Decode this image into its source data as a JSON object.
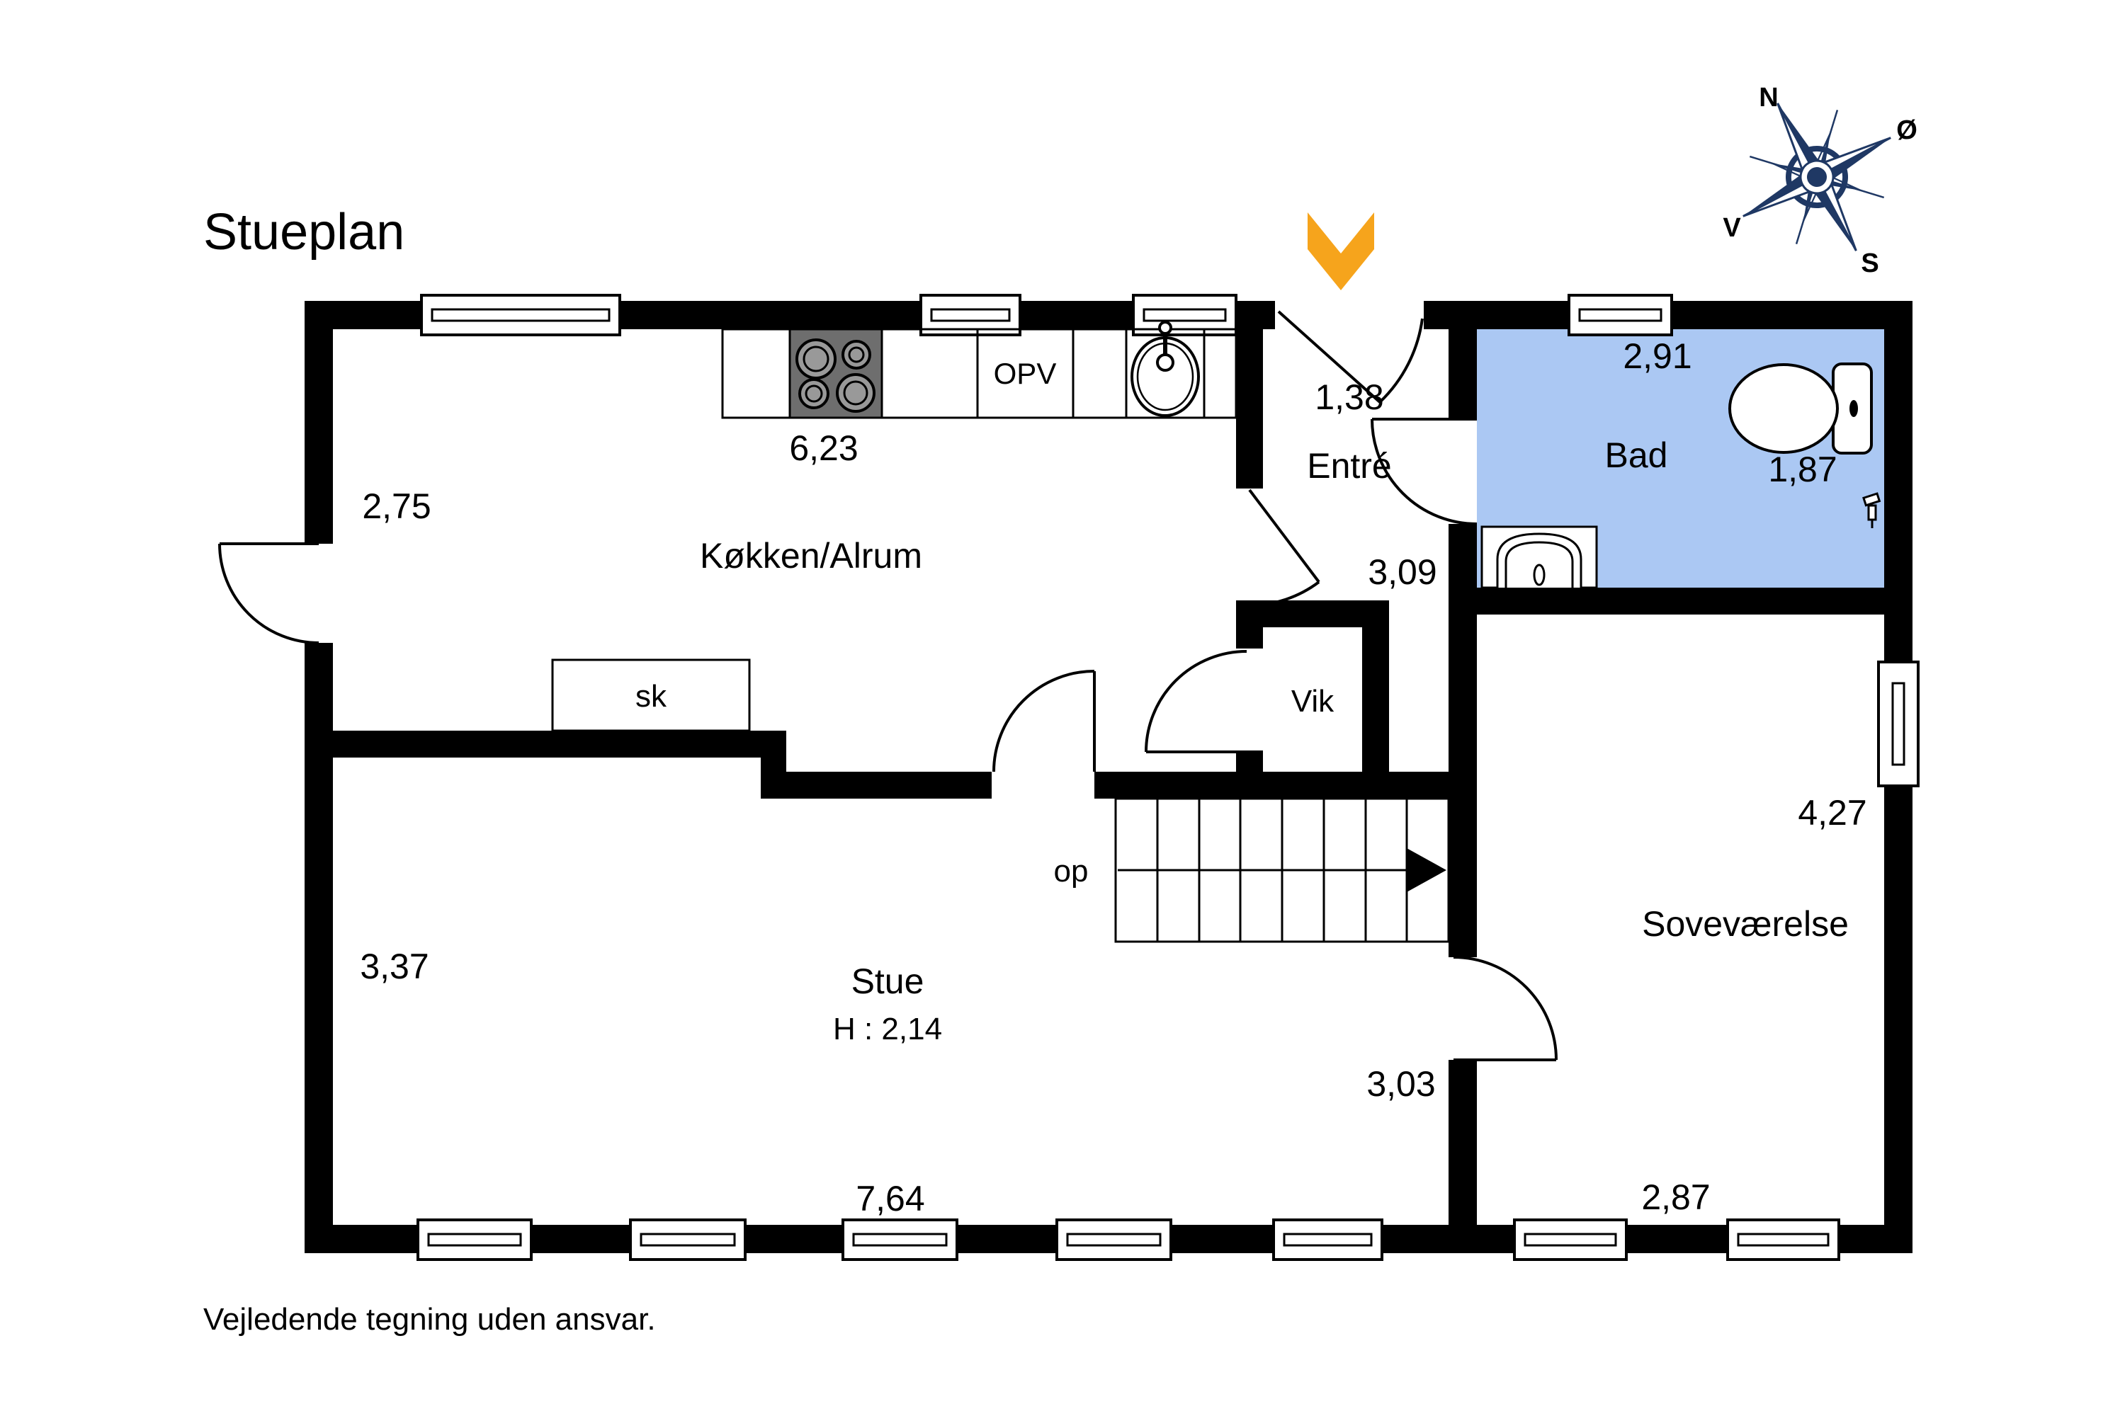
{
  "title": "Stueplan",
  "disclaimer": "Vejledende tegning uden ansvar.",
  "colors": {
    "bad_fill": "#abc8f3",
    "compass": "#1f3864",
    "arrow": "#f6a41c",
    "wall": "#000000"
  },
  "compass": {
    "north": "N",
    "east": "Ø",
    "west": "V",
    "south": "S"
  },
  "rooms": {
    "kitchen": {
      "name": "Køkken/Alrum",
      "width": "6,23",
      "door_width": "2,75"
    },
    "entre": {
      "name": "Entré",
      "width": "1,38",
      "depth": "3,09"
    },
    "bad": {
      "name": "Bad",
      "width": "2,91",
      "depth": "1,87"
    },
    "vik": {
      "name": "Vik"
    },
    "stue": {
      "name": "Stue",
      "ceiling_height": "H : 2,14",
      "depth": "3,37",
      "width": "7,64"
    },
    "bedroom": {
      "name": "Soveværelse",
      "door_width": "3,03",
      "width": "2,87",
      "depth": "4,27"
    }
  },
  "fixtures": {
    "dishwasher": "OPV",
    "closet": "sk",
    "stairs_up": "op"
  }
}
